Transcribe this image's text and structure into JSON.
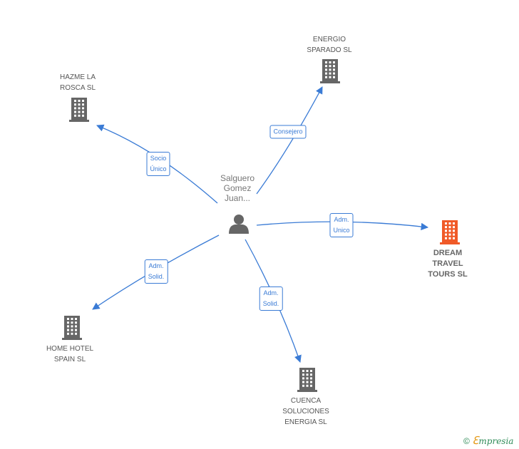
{
  "center": {
    "label": "Salguero\nGomez\nJuan...",
    "icon": "person-icon"
  },
  "nodes": [
    {
      "id": "energio",
      "label": "ENERGIO\nSPARADO SL",
      "icon": "building-icon",
      "color": "#666666"
    },
    {
      "id": "hazme",
      "label": "HAZME LA\nROSCA SL",
      "icon": "building-icon",
      "color": "#666666"
    },
    {
      "id": "dream",
      "label": "DREAM\nTRAVEL\nTOURS SL",
      "icon": "building-icon",
      "color": "#f05a28"
    },
    {
      "id": "home",
      "label": "HOME HOTEL\nSPAIN SL",
      "icon": "building-icon",
      "color": "#666666"
    },
    {
      "id": "cuenca",
      "label": "CUENCA\nSOLUCIONES\nENERGIA SL",
      "icon": "building-icon",
      "color": "#666666"
    }
  ],
  "edges": [
    {
      "to": "energio",
      "label": "Consejero"
    },
    {
      "to": "hazme",
      "label": "Socio\nÚnico"
    },
    {
      "to": "dream",
      "label": "Adm.\nUnico"
    },
    {
      "to": "home",
      "label": "Adm.\nSolid."
    },
    {
      "to": "cuenca",
      "label": "Adm.\nSolid."
    }
  ],
  "footer": {
    "copyright": "©",
    "brand_initial": "ℇ",
    "brand_rest": "mpresia"
  },
  "colors": {
    "edge": "#3a7bd5",
    "building": "#666666",
    "highlight": "#f05a28",
    "person": "#666666"
  }
}
